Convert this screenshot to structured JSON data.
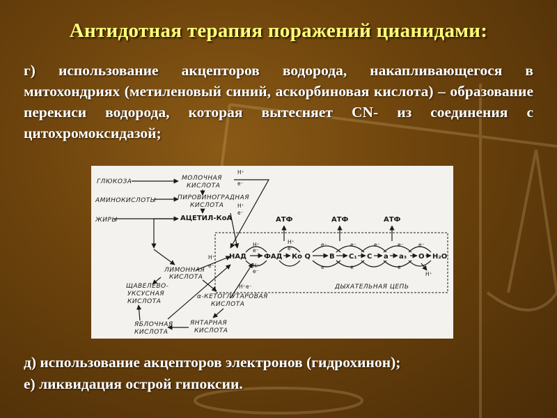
{
  "slide": {
    "title": "Антидотная терапия поражений цианидами:",
    "paragraph_g": "г) использование акцепторов водорода, накапливающегося в митохондриях (метиленовый синий, аскорбиновая кислота) – образование перекиси водорода, которая вытесняет CN- из соединения с цитохромоксидазой;",
    "line_d": "д) использование акцепторов электронов (гидрохинон);",
    "line_e": "е) ликвидация острой гипоксии."
  },
  "diagram": {
    "substrates": [
      "ГЛЮКОЗА",
      "АМИНОКИСЛОТЫ",
      "ЖИРЫ"
    ],
    "intermediates": {
      "lactic": [
        "МОЛОЧНАЯ",
        "КИСЛОТА"
      ],
      "pyruvic": [
        "ПИРОВИНОГРАДНАЯ",
        "КИСЛОТА"
      ],
      "acetyl": "АЦЕТИЛ-КоА"
    },
    "krebs": {
      "citric": [
        "ЛИМОННАЯ",
        "КИСЛОТА"
      ],
      "oxaloacetic": [
        "ЩАВЕЛЕВО-",
        "УКСУСНАЯ",
        "КИСЛОТА"
      ],
      "ketoglutaric": [
        "α-КЕТОГЛУТАРОВАЯ",
        "КИСЛОТА"
      ],
      "malic": [
        "ЯБЛОЧНАЯ",
        "КИСЛОТА"
      ],
      "succinic": [
        "ЯНТАРНАЯ",
        "КИСЛОТА"
      ]
    },
    "chain_label": "ДЫХАТЕЛЬНАЯ ЦЕПЬ",
    "chain_nodes": [
      "НАД",
      "ФАД",
      "Ко Q",
      "B",
      "C₁",
      "C",
      "a",
      "a₃",
      "O",
      "H₂O"
    ],
    "atp_label": "АТФ",
    "proton": "H⁺",
    "electron": "e⁻"
  }
}
